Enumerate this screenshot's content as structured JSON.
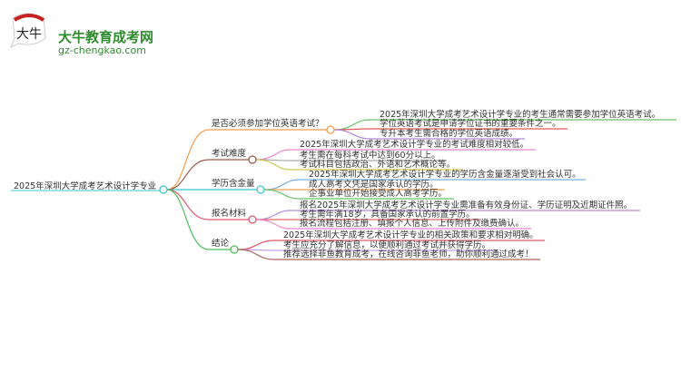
{
  "logo": {
    "brand": "大牛教育成考网",
    "url": "gz-chengkao.com",
    "mark": "大牛"
  },
  "root": "2025年深圳大学成考艺术设计学专业",
  "branches": [
    {
      "label": "是否必须参加学位英语考试？",
      "color": "#f39c4a",
      "children": [
        {
          "text": "2025年深圳大学成考艺术设计学专业的考生通常需要参加学位英语考试。",
          "color": "#6cc16c"
        },
        {
          "text": "学位英语考试是申请学位证书的重要条件之一。",
          "color": "#e05a5a"
        },
        {
          "text": "专升本考生需合格的学位英语成绩。",
          "color": "#b58ad8"
        }
      ]
    },
    {
      "label": "考试难度",
      "color": "#9b5a4a",
      "children": [
        {
          "text": "2025年深圳大学成考艺术设计学专业的考试难度相对较低。",
          "color": "#ee88cc"
        },
        {
          "text": "考生需在每科考试中达到60分以上。",
          "color": "#aaaaaa"
        },
        {
          "text": "考试科目包括政治、外语和艺术概论等。",
          "color": "#cccc55"
        }
      ]
    },
    {
      "label": "学历含金量",
      "color": "#3cc6cc",
      "children": [
        {
          "text": "2025年深圳大学成考艺术设计学专业的学历含金量逐渐受到社会认可。",
          "color": "#7ab0e0"
        },
        {
          "text": "成人高考文凭是国家承认的学历。",
          "color": "#f5a050"
        },
        {
          "text": "企事业单位开始接受成人高考学历。",
          "color": "#66c466"
        }
      ]
    },
    {
      "label": "报名材料",
      "color": "#e05a6a",
      "children": [
        {
          "text": "报名2025年深圳大学成考艺术设计学专业需准备有效身份证、学历证明及近期证件照。",
          "color": "#b58ad8"
        },
        {
          "text": "考生需年满18岁，具备国家承认的前置学历。",
          "color": "#e06a6a"
        },
        {
          "text": "报名流程包括注册、填报个人信息、上传附件及缴费确认。",
          "color": "#ee88cc"
        }
      ]
    },
    {
      "label": "结论",
      "color": "#4cbf5c",
      "children": [
        {
          "text": "2025年深圳大学成考艺术设计学专业的相关政策和要求相对明确。",
          "color": "#e05a6a"
        },
        {
          "text": "考生应充分了解信息，以便顺利通过考试并获得学历。",
          "color": "#c8a0e0"
        },
        {
          "text": "推荐选择菲鱼教育成考，在线咨询菲鱼老师，助你顺利通过成考！",
          "color": "#a86a5a"
        }
      ]
    }
  ]
}
